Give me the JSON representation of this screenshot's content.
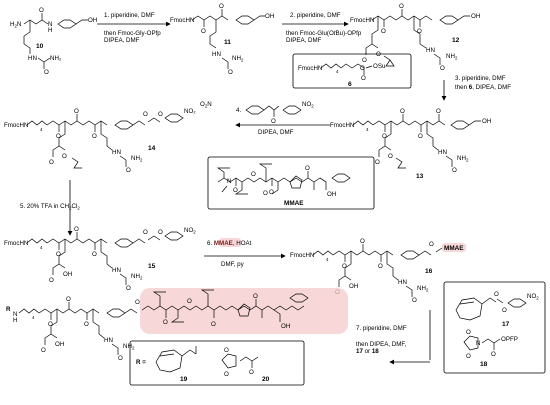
{
  "compounds": {
    "c10": "10",
    "c11": "11",
    "c12": "12",
    "c6": "6",
    "c13": "13",
    "c14": "14",
    "c15": "15",
    "c16": "16",
    "c17": "17",
    "c18": "18",
    "c19": "19",
    "c20": "20"
  },
  "steps": {
    "s1_line1": "1. piperidine, DMF",
    "s1_line2": "then Fmoc-Gly-OPfp",
    "s1_line3": "DIPEA, DMF",
    "s2_line1": "2. piperidine, DMF",
    "s2_line2": "then Fmoc-Glu(O",
    "s2_line2b": "t",
    "s2_line2c": "Bu)-OPfp",
    "s2_line3": "DIPEA, DMF",
    "s3_line1": "3. piperidine, DMF",
    "s3_line2": "then",
    "s3_line2b": "6",
    "s3_line2c": ", DIPEA, DMF",
    "s4_line1": "4.",
    "s4_line2": "DIPEA, DMF",
    "s5": "5. 20% TFA in CH",
    "s5_sub1": "2",
    "s5_mid": "Cl",
    "s5_sub2": "2",
    "s6_line1": "6.",
    "s6_mmae": "MMAE",
    "s6_line1b": ", HOAt",
    "s6_line2": "DMF, py",
    "s7_line1": "7. piperidine, DMF",
    "s7_line2": "then DIPEA, DMF,",
    "s7_line3a": "17",
    "s7_line3b": " or ",
    "s7_line3c": "18"
  },
  "labels": {
    "fmochn": "FmocHN",
    "fmoc_hn": "FmocHN",
    "nh2": "NH₂",
    "oh": "OH",
    "o": "O",
    "h": "H",
    "n": "N",
    "hn": "HN",
    "no2": "NO₂",
    "osu": "OSu",
    "opfp": "OPFP",
    "sub4": "4",
    "mmae_box": "MMAE",
    "mmae_tag": "MMAE",
    "r": "R",
    "r_eq": "R ="
  }
}
